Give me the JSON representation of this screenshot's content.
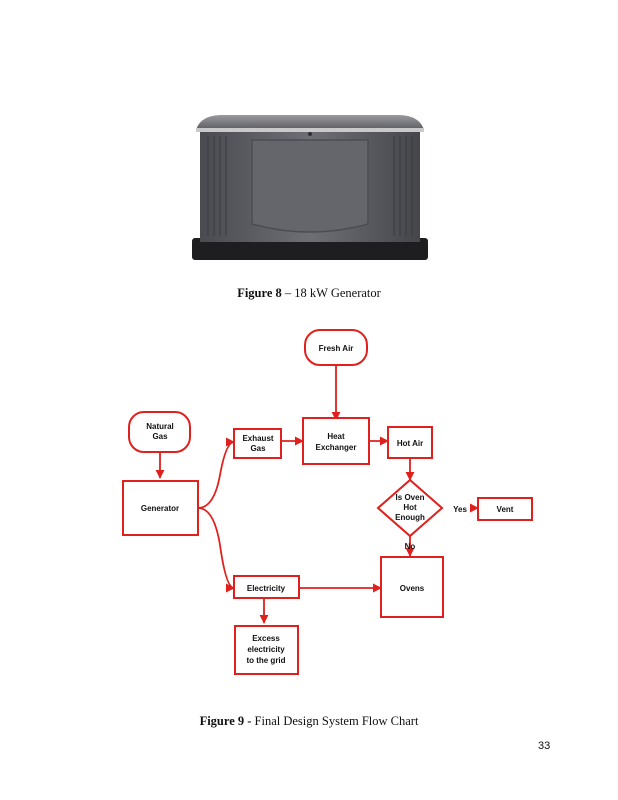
{
  "figure8": {
    "label": "Figure 8",
    "text": " – 18 kW Generator"
  },
  "figure9": {
    "label": "Figure 9 -",
    "text": " Final Design System Flow Chart"
  },
  "flowchart": {
    "fresh_air": "Fresh Air",
    "natural_gas": [
      "Natural",
      "Gas"
    ],
    "exhaust_gas": [
      "Exhaust",
      "Gas"
    ],
    "heat_exchanger": [
      "Heat",
      "Exchanger"
    ],
    "hot_air": "Hot Air",
    "generator": "Generator",
    "decision": [
      "Is Oven",
      "Hot",
      "Enough"
    ],
    "yes": "Yes",
    "no": "No",
    "vent": "Vent",
    "electricity": "Electricity",
    "ovens": "Ovens",
    "excess": [
      "Excess",
      "electricity",
      "to the grid"
    ]
  },
  "page_number": "33",
  "colors": {
    "accent": "#e0201c",
    "box_fill": "#ffffff"
  }
}
